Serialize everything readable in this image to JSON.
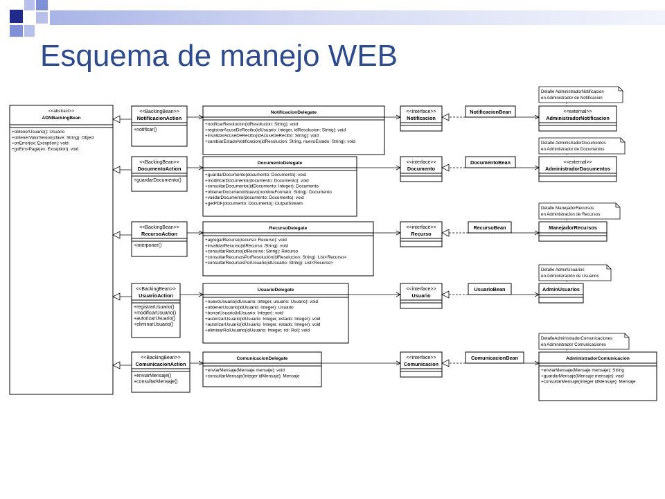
{
  "slide": {
    "title": "Esquema de manejo WEB"
  },
  "classes": [
    {
      "id": "adn",
      "stereotype": "<<abstract>>",
      "name": "ADNBackingBean",
      "methods": [
        "+obtenerUsuario(): Usuario",
        "+obtenerValorSesion(clave: String): Object",
        "+onError(ex: Exception): void",
        "+goErrorPage(ex: Exception): void"
      ]
    },
    {
      "id": "notif-action",
      "stereotype": "<<BackingBean>>",
      "name": "NotificacionAction",
      "methods": [
        "+notificar()"
      ]
    },
    {
      "id": "notif-delegate",
      "stereotype": "",
      "name": "NotificacionDelegate",
      "methods": [
        "+notificarResolucion(idResolucion: String): void",
        "+registrarAcuseDeRecibo(idUsuario: Integer, idResolucion: String): void",
        "+invalidarAcuseDeRecibo(idAcuseDeRecibo: String): void",
        "+cambiarEstadoNotificacion(idResolucion: String, nuevoEstado: String): void"
      ]
    },
    {
      "id": "notif-iface",
      "stereotype": "<<interface>>",
      "name": "Notificacion",
      "methods": []
    },
    {
      "id": "notif-bean",
      "stereotype": "",
      "name": "NotificacionBean",
      "methods": []
    },
    {
      "id": "notif-admin",
      "stereotype": "<<external>>",
      "name": "AdministradorNotificacion",
      "methods": []
    },
    {
      "id": "doc-action",
      "stereotype": "<<BackingBean>>",
      "name": "DocumentoAction",
      "methods": [
        "+guardarDocumento()"
      ]
    },
    {
      "id": "doc-delegate",
      "stereotype": "",
      "name": "DocumentoDelegate",
      "methods": [
        "+guardarDocumento(documento: Documento): void",
        "+modificarDocumento(documento: Documento): void",
        "+consultarDocumento(idDocumento: Integer): Documento",
        "+obtenerDocumentoNuevo(nombreFormato: String): Documento",
        "+validarDocumento(documento: Documento): void",
        "+getPDF(documento: Documento): OutputStream"
      ]
    },
    {
      "id": "doc-iface",
      "stereotype": "<<interface>>",
      "name": "Documento",
      "methods": []
    },
    {
      "id": "doc-bean",
      "stereotype": "",
      "name": "DocumentoBean",
      "methods": []
    },
    {
      "id": "doc-admin",
      "stereotype": "<<external>>",
      "name": "AdministradorDocumentos",
      "methods": []
    },
    {
      "id": "rec-action",
      "stereotype": "<<BackingBean>>",
      "name": "RecursoAction",
      "methods": [
        "+interponer()"
      ]
    },
    {
      "id": "rec-delegate",
      "stereotype": "",
      "name": "RecursoDelegate",
      "methods": [
        "+agregarRecurso(recurso: Recurso): void",
        "+invalidarRecurso(idRecurso: String): void",
        "+consultarRecurso(idRecurso: String): Recurso",
        "+consultarRecursosPorResolución(idResolucion: String): List<Recurso>",
        "+consultarRecursosPorUsuario(idUsuario: String): List<Recurso>"
      ]
    },
    {
      "id": "rec-iface",
      "stereotype": "<<interface>>",
      "name": "Recurso",
      "methods": []
    },
    {
      "id": "rec-bean",
      "stereotype": "",
      "name": "RecursoBean",
      "methods": []
    },
    {
      "id": "rec-admin",
      "stereotype": "",
      "name": "ManejadorRecursos",
      "methods": []
    },
    {
      "id": "usu-action",
      "stereotype": "<<BackingBean>>",
      "name": "UsuarioAction",
      "methods": [
        "+registrarUsuario()",
        "+modificarUsuario()",
        "+autorizarUsuario()",
        "+eliminarUsuario()"
      ]
    },
    {
      "id": "usu-delegate",
      "stereotype": "",
      "name": "UsuarioDelegate",
      "methods": [
        "+nuevoUsuario(idUsuario: Integer, usuario: Usuario): void",
        "+obtenerUsuario(idUsuario: Integer): Usuario",
        "+borrarUsuario(idUsuario: Integer): void",
        "+autorizarUsuario(idUsuario: Integer, estado: Integer): void",
        "+autorizarUsuario(idUsuario: Integer, estado: Integer): void",
        "+eliminarRolUsuario(idUsuario: Integer, rol: Rol): void"
      ]
    },
    {
      "id": "usu-iface",
      "stereotype": "<<interface>>",
      "name": "Usuario",
      "methods": []
    },
    {
      "id": "usu-bean",
      "stereotype": "",
      "name": "UsuarioBean",
      "methods": []
    },
    {
      "id": "usu-admin",
      "stereotype": "",
      "name": "AdminUsuarios",
      "methods": []
    },
    {
      "id": "com-action",
      "stereotype": "<<BackingBean>>",
      "name": "ComunicacionAction",
      "methods": [
        "+enviarMensaje()",
        "+consultarMensaje()"
      ]
    },
    {
      "id": "com-delegate",
      "stereotype": "",
      "name": "ComunicacionDelegate",
      "methods": [
        "+enviarMensaje(Mensaje mensaje): void",
        "+consultarMensaje(Integer idMensaje): Mensaje"
      ]
    },
    {
      "id": "com-iface",
      "stereotype": "<<interface>>",
      "name": "Comunicacion",
      "methods": []
    },
    {
      "id": "com-bean",
      "stereotype": "",
      "name": "ComunicacionBean",
      "methods": []
    },
    {
      "id": "com-admin",
      "stereotype": "",
      "name": "AdministradorComunicacion",
      "methods": [
        "+enviarMensaje(Mensaje mensaje): String",
        "+guardarMensaje(Mensaje mensaje): void",
        "+consultarMensaje(Integer idMensaje): Mensaje"
      ]
    }
  ],
  "notes": [
    {
      "id": "note-notif",
      "lines": [
        "Detalle AdministradorNotificacion",
        "en Administrador de Notificacion"
      ]
    },
    {
      "id": "note-doc",
      "lines": [
        "Detalle AdministradorDocumentos",
        "en Administrador de Documentos"
      ]
    },
    {
      "id": "note-rec",
      "lines": [
        "Detalle ManejadorRecursos",
        "en Administracion de Recursos"
      ]
    },
    {
      "id": "note-usu",
      "lines": [
        "Detalle AdminUsuarios",
        "en Administración de Usuarios"
      ]
    },
    {
      "id": "note-com",
      "lines": [
        "DetalleAdministradorComunicaciones",
        "en Administrador Comunicaciones"
      ]
    }
  ]
}
